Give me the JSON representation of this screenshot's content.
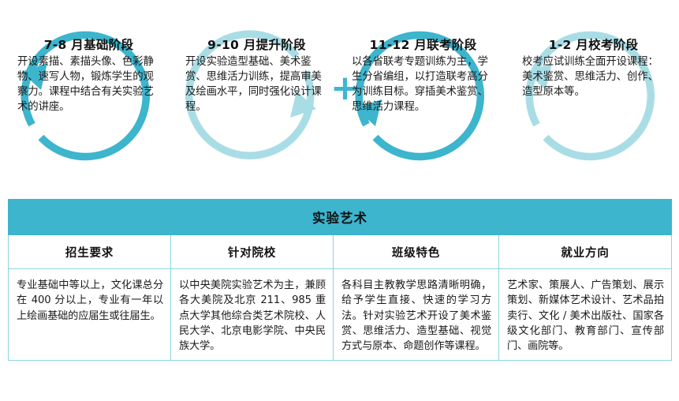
{
  "colors": {
    "accent_dark": "#3cb5cd",
    "accent_light": "#a9dde6",
    "table_header_bg": "#3cb5cd",
    "table_border": "#8ed4e0"
  },
  "stages": [
    {
      "id": "stage-1",
      "title": "7-8 月基础阶段",
      "desc": "开设素描、素描头像、色彩静物、速写人物，锻炼学生的观察力。课程中结合有关实验艺术的讲座。",
      "ring_color": "#3cb5cd",
      "arrow_icon": "circular-arrow-icon"
    },
    {
      "id": "stage-2",
      "title": "9-10 月提升阶段",
      "desc": "开设实验造型基础、美术鉴赏、思维活力训练，提高审美及绘画水平，同时强化设计课程。",
      "ring_color": "#a9dde6",
      "arrow_icon": "circular-arrow-icon"
    },
    {
      "id": "stage-3",
      "title": "11-12 月联考阶段",
      "desc": "以各省联考专题训练为主，学生分省编组，以打造联考高分为训练目标。穿插美术鉴赏、思维活力课程。",
      "ring_color": "#3cb5cd",
      "arrow_icon": "circular-arrow-icon"
    },
    {
      "id": "stage-4",
      "title": "1-2 月校考阶段",
      "desc": "校考应试训练全面开设课程：美术鉴赏、思维活力、创作、造型原本等。",
      "ring_color": "#a9dde6",
      "arrow_icon": "circular-arrow-icon"
    }
  ],
  "connector": {
    "plus_symbol": "+"
  },
  "table": {
    "title": "实验艺术",
    "headers": [
      "招生要求",
      "针对院校",
      "班级特色",
      "就业方向"
    ],
    "row": [
      "专业基础中等以上，文化课总分在 400 分以上，专业有一年以上绘画基础的应届生或往届生。",
      "以中央美院实验艺术为主，兼顾各大美院及北京 211、985 重点大学其他综合类艺术院校、人民大学、北京电影学院、中央民族大学。",
      "各科目主教教学思路清晰明确，给予学生直接、快速的学习方法。针对实验艺术开设了美术鉴赏、思维活力、造型基础、视觉方式与原本、命题创作等课程。",
      "艺术家、策展人、广告策划、展示策划、新媒体艺术设计、艺术品拍卖行、文化 / 美术出版社、国家各级文化部门、教育部门、宣传部门、画院等。"
    ]
  }
}
